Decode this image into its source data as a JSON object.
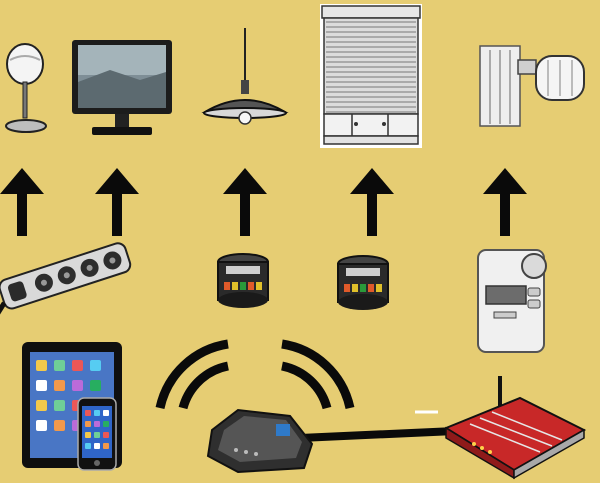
{
  "diagram": {
    "background_color": "#e6cd73",
    "arrow_color": "#0a0a0a",
    "devices": {
      "row1": [
        "table-lamp",
        "monitor",
        "pendant-lamp",
        "roller-shutter",
        "radiator-thermostat"
      ],
      "row2": [
        "power-strip",
        "actuator-module",
        "actuator-module",
        "wall-thermostat"
      ],
      "row3": [
        "tablet-and-phone",
        "smart-home-gateway",
        "wifi-router"
      ]
    },
    "connections": {
      "wireless_signal": true,
      "wired_link": "gateway-to-router"
    }
  }
}
